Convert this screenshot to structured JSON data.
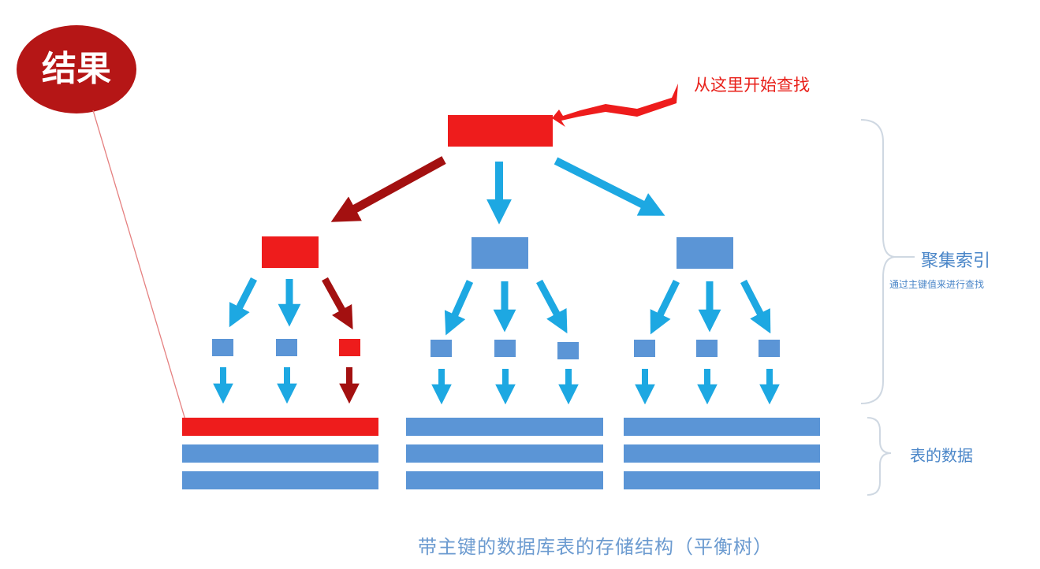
{
  "labels": {
    "result": "结果",
    "start_here": "从这里开始查找",
    "clustered_index": "聚集索引",
    "clustered_index_note": "通过主键值来进行查找",
    "table_data": "表的数据",
    "caption": "带主键的数据库表的存储结构（平衡树）"
  },
  "colors": {
    "highlight_red": "#ee1c1c",
    "path_dark_red": "#a31010",
    "node_blue": "#5b95d6",
    "arrow_cyan": "#1da8e2",
    "bracket_gray": "#cfd8e2",
    "text_blue": "#4a86c8"
  },
  "tree": {
    "root": {
      "highlighted": true
    },
    "level2": [
      {
        "highlighted": true
      },
      {
        "highlighted": false
      },
      {
        "highlighted": false
      }
    ],
    "leaves": [
      [
        {
          "highlighted": false
        },
        {
          "highlighted": false
        },
        {
          "highlighted": true
        }
      ],
      [
        {
          "highlighted": false
        },
        {
          "highlighted": false
        },
        {
          "highlighted": false
        }
      ],
      [
        {
          "highlighted": false
        },
        {
          "highlighted": false
        },
        {
          "highlighted": false
        }
      ]
    ],
    "data_groups": [
      {
        "rows": 3,
        "highlighted_row": 0
      },
      {
        "rows": 3,
        "highlighted_row": -1
      },
      {
        "rows": 3,
        "highlighted_row": -1
      }
    ]
  }
}
